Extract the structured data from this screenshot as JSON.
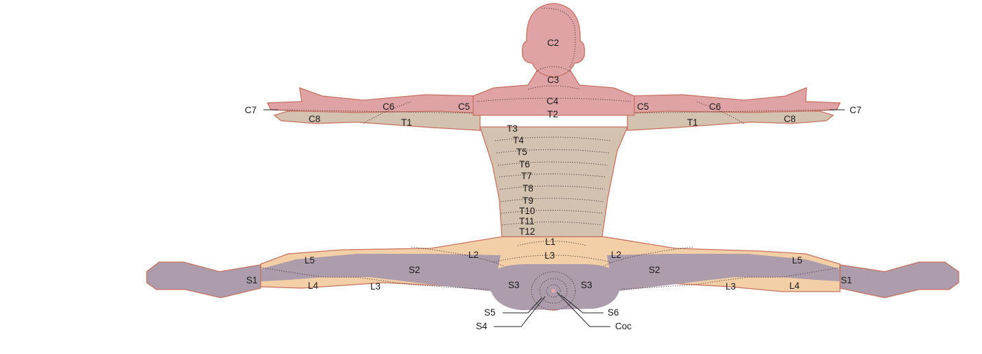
{
  "colors": {
    "cervical": "#dfa3a5",
    "thoracic": "#d4c2b0",
    "lumbar": "#f2cfa6",
    "sacral": "#ad9dac",
    "outline": "#c8705e"
  },
  "labels": {
    "c2": "C2",
    "c3": "C3",
    "c4": "C4",
    "c5_left": "C5",
    "c5_right": "C5",
    "c6_left": "C6",
    "c6_right": "C6",
    "c7_left": "C7",
    "c7_right": "C7",
    "c8_left": "C8",
    "c8_right": "C8",
    "t1_left": "T1",
    "t1_right": "T1",
    "t2": "T2",
    "t3": "T3",
    "t4": "T4",
    "t5": "T5",
    "t6": "T6",
    "t7": "T7",
    "t8": "T8",
    "t9": "T9",
    "t10": "T10",
    "t11": "T11",
    "t12": "T12",
    "l1": "L1",
    "l2_left": "L2",
    "l2_right": "L2",
    "l3_center": "L3",
    "l3_left": "L3",
    "l3_right": "L3",
    "l4_left": "L4",
    "l4_right": "L4",
    "l5_left": "L5",
    "l5_right": "L5",
    "s1_left": "S1",
    "s1_right": "S1",
    "s2_left": "S2",
    "s2_right": "S2",
    "s3_left": "S3",
    "s3_right": "S3",
    "s4": "S4",
    "s5": "S5",
    "s6": "S6",
    "coc": "Coc"
  }
}
